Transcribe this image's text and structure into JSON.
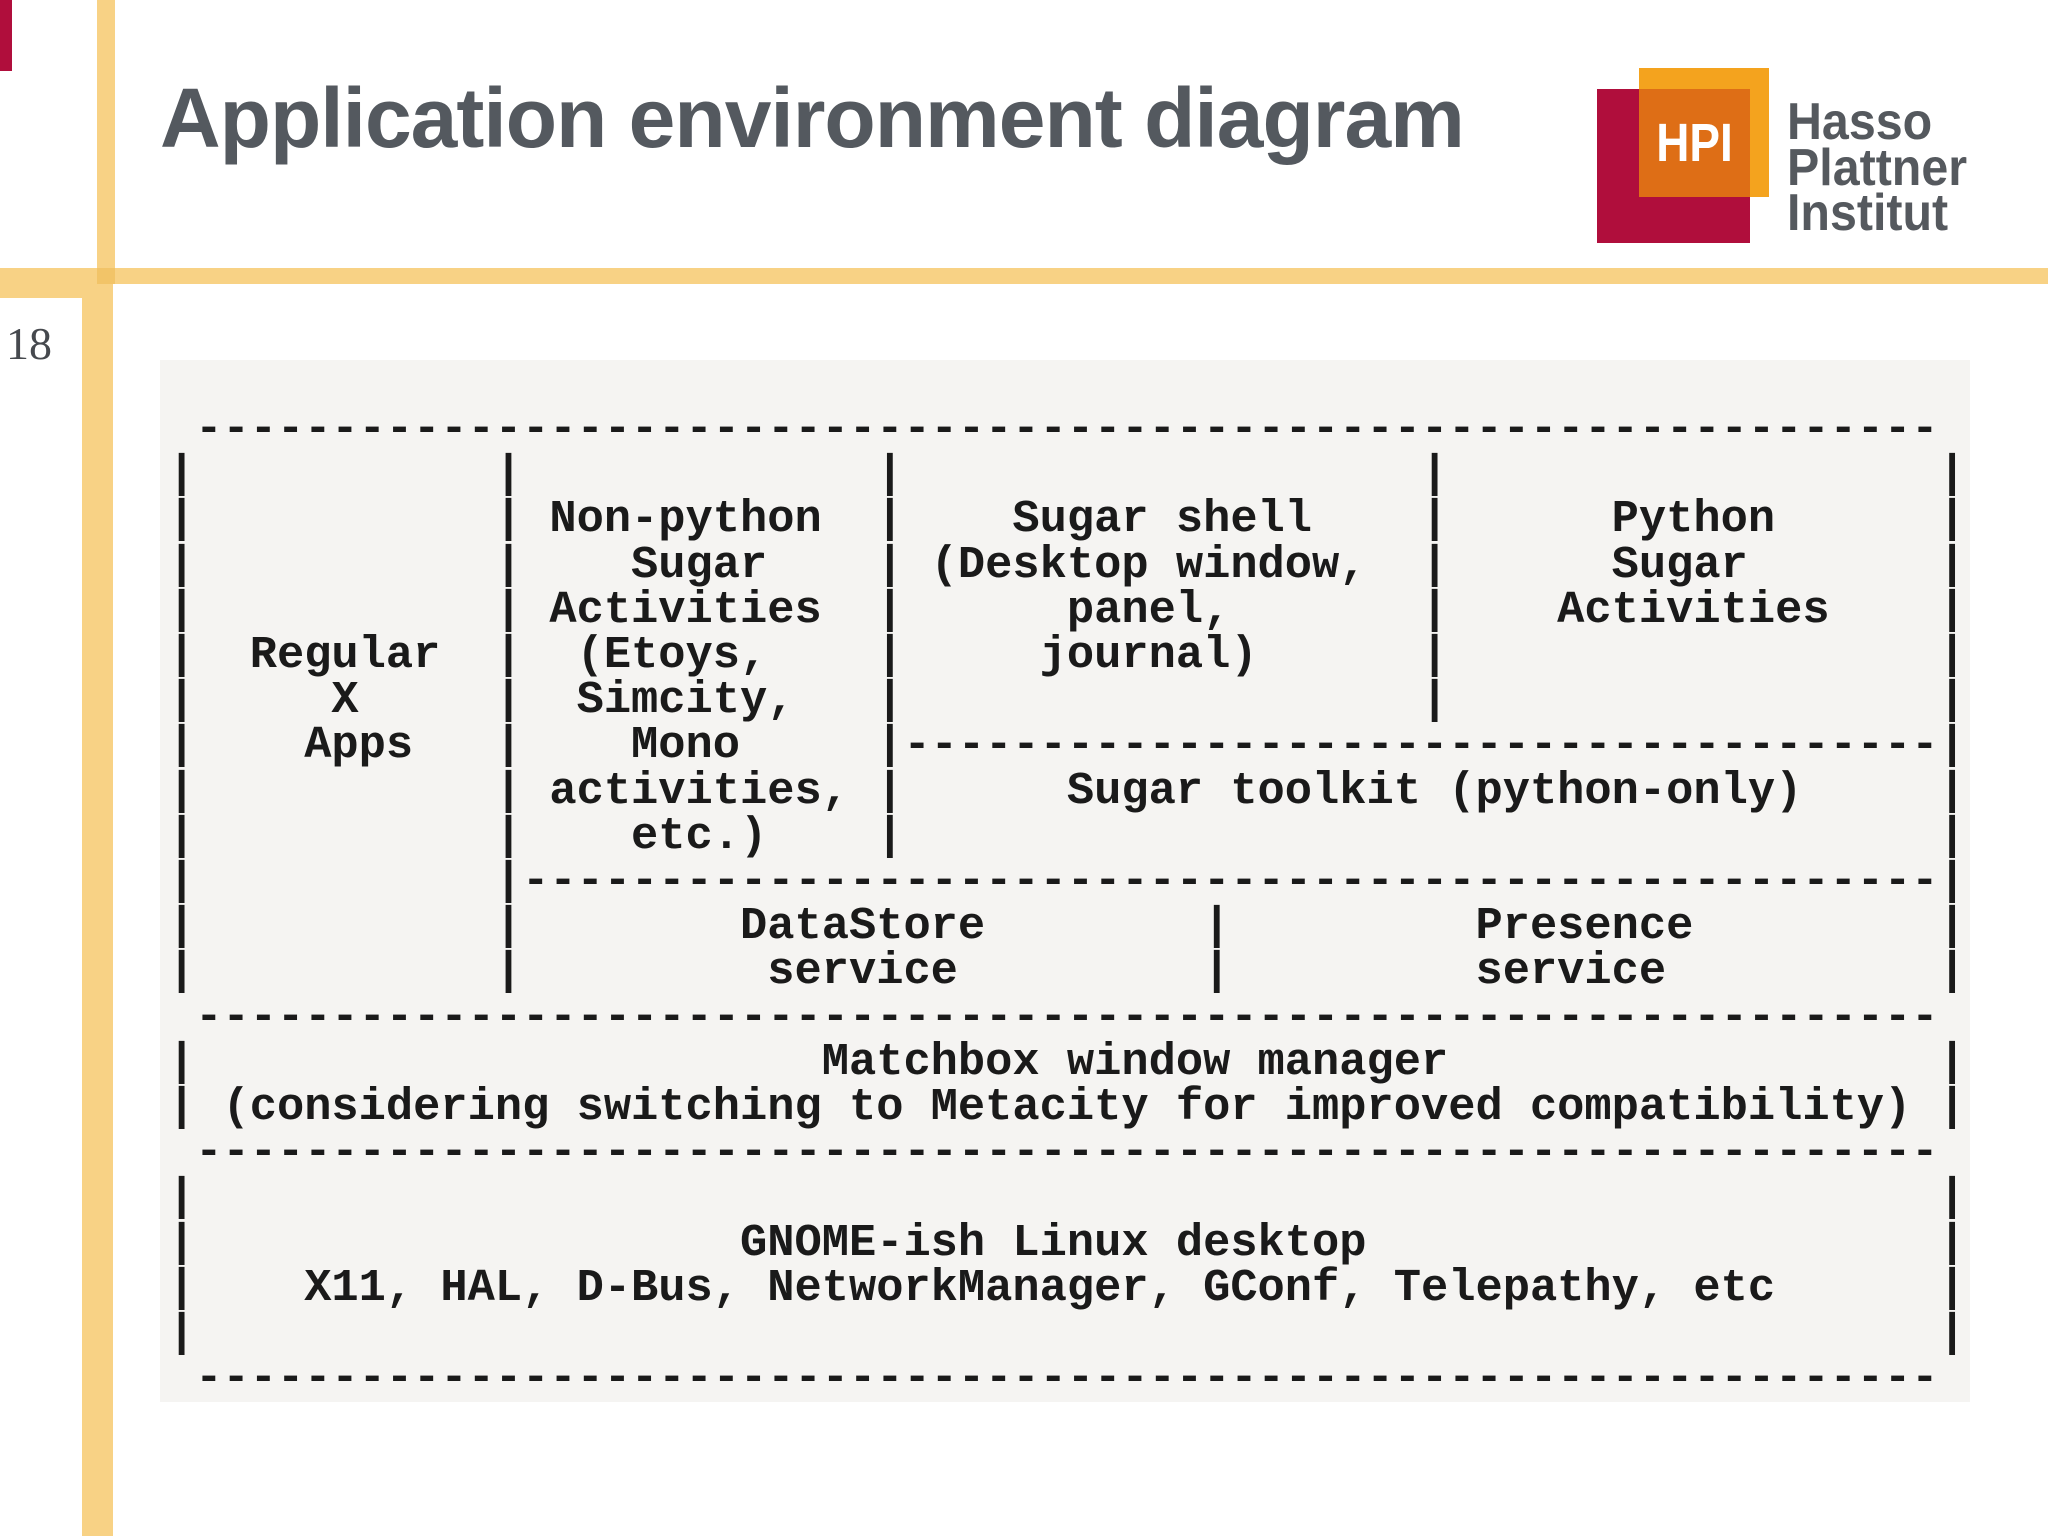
{
  "slide": {
    "page_number": "18",
    "title": "Application environment diagram"
  },
  "logo": {
    "monogram": "HPI",
    "institute": [
      "Hasso",
      "Plattner",
      "Institut"
    ],
    "orange": "#F4A31E",
    "rust": "#DE6E16",
    "crimson": "#B00E3C",
    "text_gray": "#55595E"
  },
  "accents": {
    "yellow": "#F8D285",
    "yellow_dark": "#F2C468",
    "edge_red": "#B00E3C",
    "panel_bg": "#F5F4F2"
  },
  "diagram": {
    "ascii": [
      " ----------------------------------------------------------------",
      "|           |             |                   |                  |",
      "|           | Non-python  |    Sugar shell    |      Python      |",
      "|           |    Sugar    | (Desktop window,  |      Sugar       |",
      "|           | Activities  |      panel,       |    Activities    |",
      "|  Regular  |  (Etoys,    |     journal)      |                  |",
      "|     X     |  Simcity,   |                   |                  |",
      "|    Apps   |    Mono     |--------------------------------------|",
      "|           | activities, |      Sugar toolkit (python-only)     |",
      "|           |    etc.)    |                                      |",
      "|           |----------------------------------------------------|",
      "|           |        DataStore        |         Presence         |",
      "|           |         service         |         service          |",
      " ----------------------------------------------------------------",
      "|                       Matchbox window manager                  |",
      "| (considering switching to Metacity for improved compatibility) |",
      " ----------------------------------------------------------------",
      "|                                                                |",
      "|                    GNOME-ish Linux desktop                     |",
      "|    X11, HAL, D-Bus, NetworkManager, GConf, Telepathy, etc      |",
      "|                                                                |",
      " ----------------------------------------------------------------"
    ],
    "components": [
      "Regular X Apps",
      "Non-python Sugar Activities (Etoys, Simcity, Mono activities, etc.)",
      "Sugar shell (Desktop window, panel, journal)",
      "Python Sugar Activities",
      "Sugar toolkit (python-only)",
      "DataStore service",
      "Presence service",
      "Matchbox window manager (considering switching to Metacity for improved compatibility)",
      "GNOME-ish Linux desktop: X11, HAL, D-Bus, NetworkManager, GConf, Telepathy, etc"
    ]
  }
}
